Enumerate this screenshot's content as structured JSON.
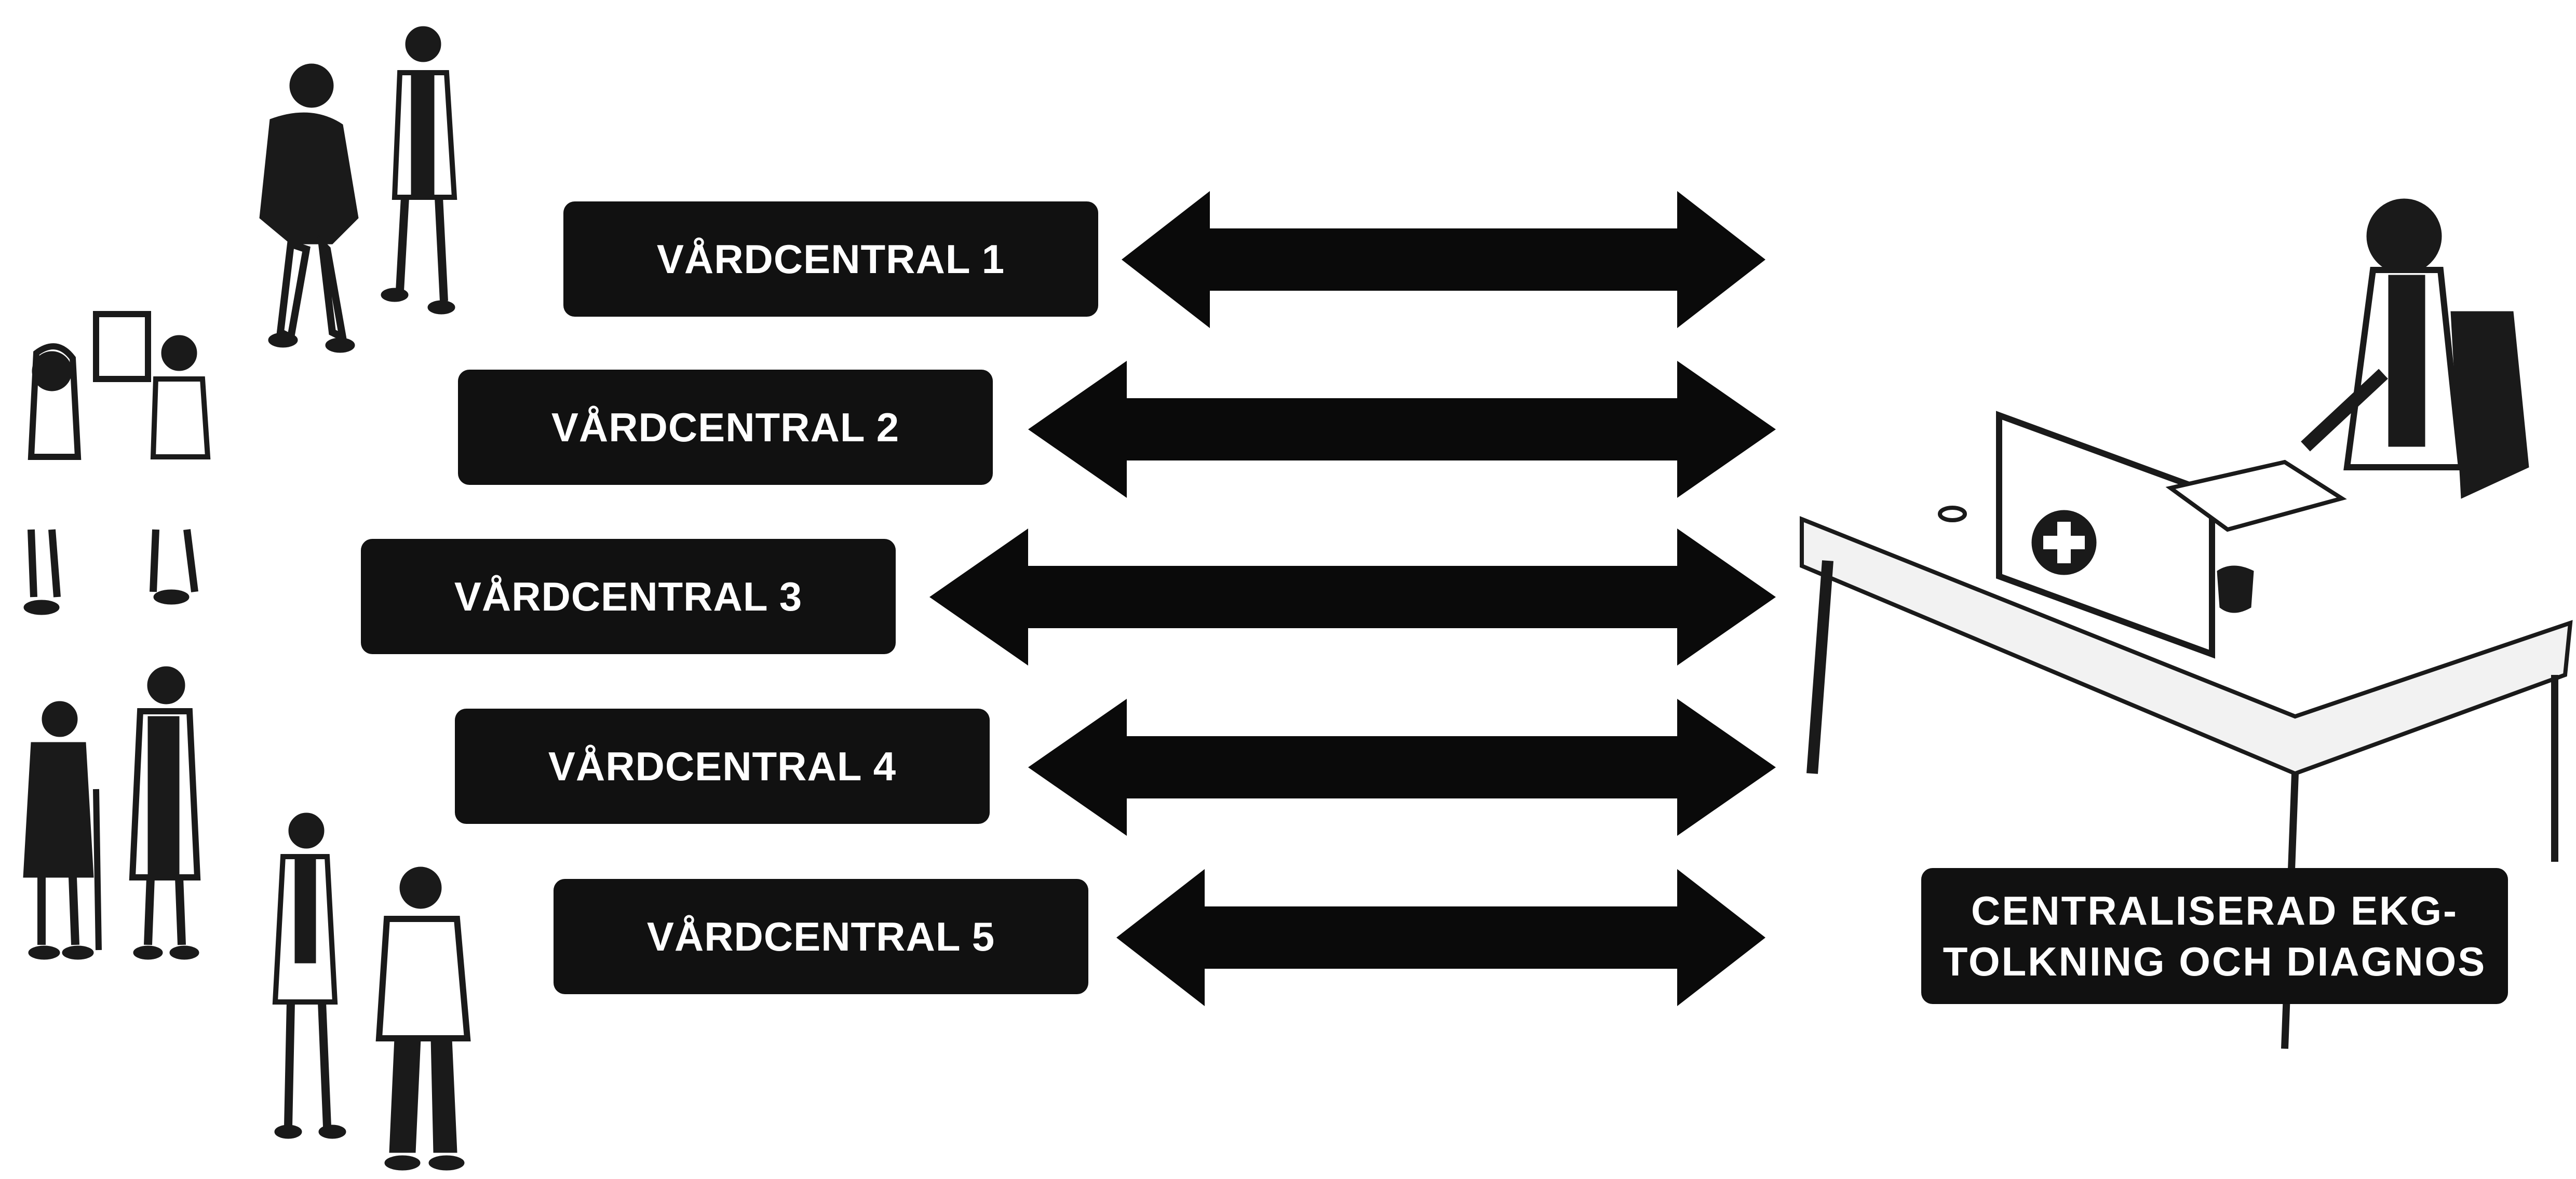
{
  "centers": [
    {
      "label": "VÅRDCENTRAL 1"
    },
    {
      "label": "VÅRDCENTRAL 2"
    },
    {
      "label": "VÅRDCENTRAL 3"
    },
    {
      "label": "VÅRDCENTRAL 4"
    },
    {
      "label": "VÅRDCENTRAL 5"
    }
  ],
  "hub": {
    "line1": "CENTRALISERAD EKG-",
    "line2": "TOLKNING OCH DIAGNOS"
  },
  "colors": {
    "box": "#111111",
    "text": "#ffffff",
    "arrow": "#0a0a0a",
    "illustration": "#1a1a1a"
  },
  "icons": [
    "bidirectional-arrow-icon",
    "patients-illustration",
    "doctor-at-desk-illustration",
    "medical-cross-icon"
  ]
}
